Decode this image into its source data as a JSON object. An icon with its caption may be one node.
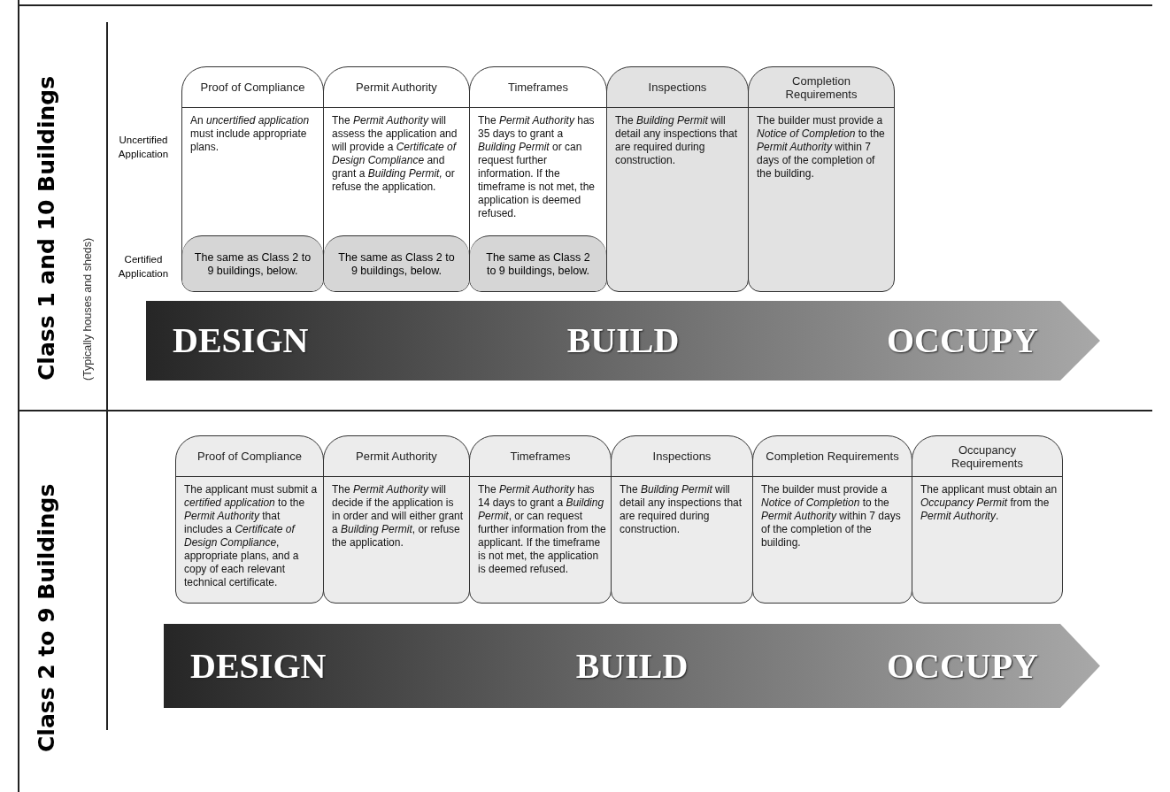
{
  "diagram": {
    "nodes": [
      {
        "text": [
          "Proof of Compliance",
          "An *uncertified application* must include appropriate plans."
        ]
      },
      {
        "text": [
          "The same as Class 2 to 9 buildings, below."
        ],
        "in": 0
      },
      {
        "text": [
          "Permit Authority",
          "The *Permit Authority* will assess the application and will provide a *Certificate of Design Compliance* and grant a *Building Permit,* or refuse the application."
        ]
      },
      {
        "text": [
          "The same as Class 2 to 9 buildings, below."
        ],
        "in": 2
      },
      {
        "text": [
          "Timeframes",
          "The *Permit Authority* has 35 days to grant a *Building Permit* or can request further information. If the timeframe is not met, the application is deemed refused."
        ]
      },
      {
        "text": [
          "The same as Class 2 to 9 buildings, below."
        ],
        "in": 4
      },
      {
        "text": [
          "Inspections",
          "The *Building Permit* will detail any inspections that are required during construction."
        ]
      },
      {
        "text": [
          "Completion Requirements",
          "The builder must provide a *Notice of Completion* to the *Permit Authority* within 7 days of the completion of the building."
        ]
      },
      {
        "text": [
          "DESIGN",
          "BUILD",
          "OCCUPY"
        ]
      },
      {
        "text": [
          "Proof of Compliance",
          "The applicant must submit a *certified application* to the *Permit Authority* that includes a *Certificate of Design Compliance*, appropriate plans, and a copy of each relevant technical certificate."
        ]
      },
      {
        "text": [
          "Permit Authority",
          "The *Permit Authority* will decide if the application is in order and will either grant a *Building Permit*, or refuse the application."
        ]
      },
      {
        "text": [
          "Timeframes",
          "The *Permit Authority* has 14 days to grant a *Building Permit*, or can request further information from the applicant. If the timeframe is not met, the application is deemed refused."
        ]
      },
      {
        "text": [
          "Inspections",
          "The *Building Permit* will detail any inspections that are required during construction."
        ]
      },
      {
        "text": [
          "Completion Requirements",
          "The builder must provide a *Notice of Completion* to the *Permit Authority* within 7 days of the completion of the building."
        ]
      },
      {
        "text": [
          "Occupancy Requirements",
          "The applicant must obtain an *Occupancy Permit* from the *Permit Authority*."
        ]
      },
      {
        "text": [
          "DESIGN",
          "BUILD",
          "OCCUPY"
        ]
      }
    ],
    "labels": [
      "Class 1 and 10 Buildings",
      "(Typically houses and sheds)",
      "Uncertified Application",
      "Certified Application",
      "Class 2 to 9 Buildings"
    ]
  }
}
